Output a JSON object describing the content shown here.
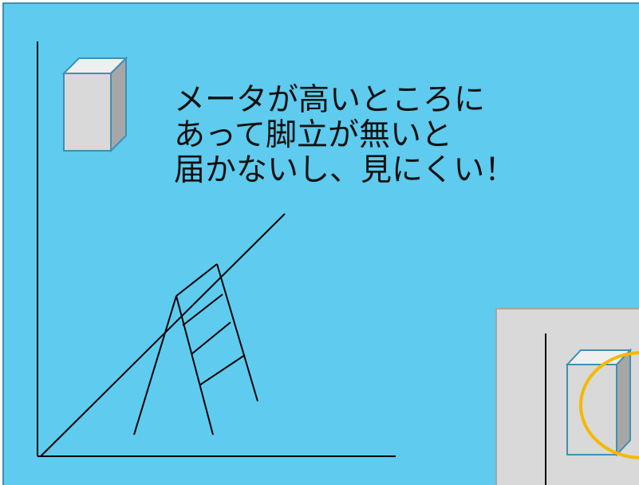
{
  "caption": {
    "lines": [
      "メータが高いところに",
      "あって脚立が無いと",
      "届かないし、見にくい！"
    ]
  },
  "colors": {
    "background_panel": "#5ecbef",
    "panel_border": "#3e90b3",
    "meter_front": "#d9d9d9",
    "meter_side": "#a6a6a6",
    "meter_edge": "#3e90b3",
    "inset_panel": "#d9d9d9",
    "highlight_circle": "#f5b800",
    "line": "#000000"
  },
  "icons": {
    "meter_high": "meter-box-icon",
    "ladder": "ladder-icon",
    "meter_low": "meter-box-icon",
    "highlight": "highlight-circle-icon"
  }
}
